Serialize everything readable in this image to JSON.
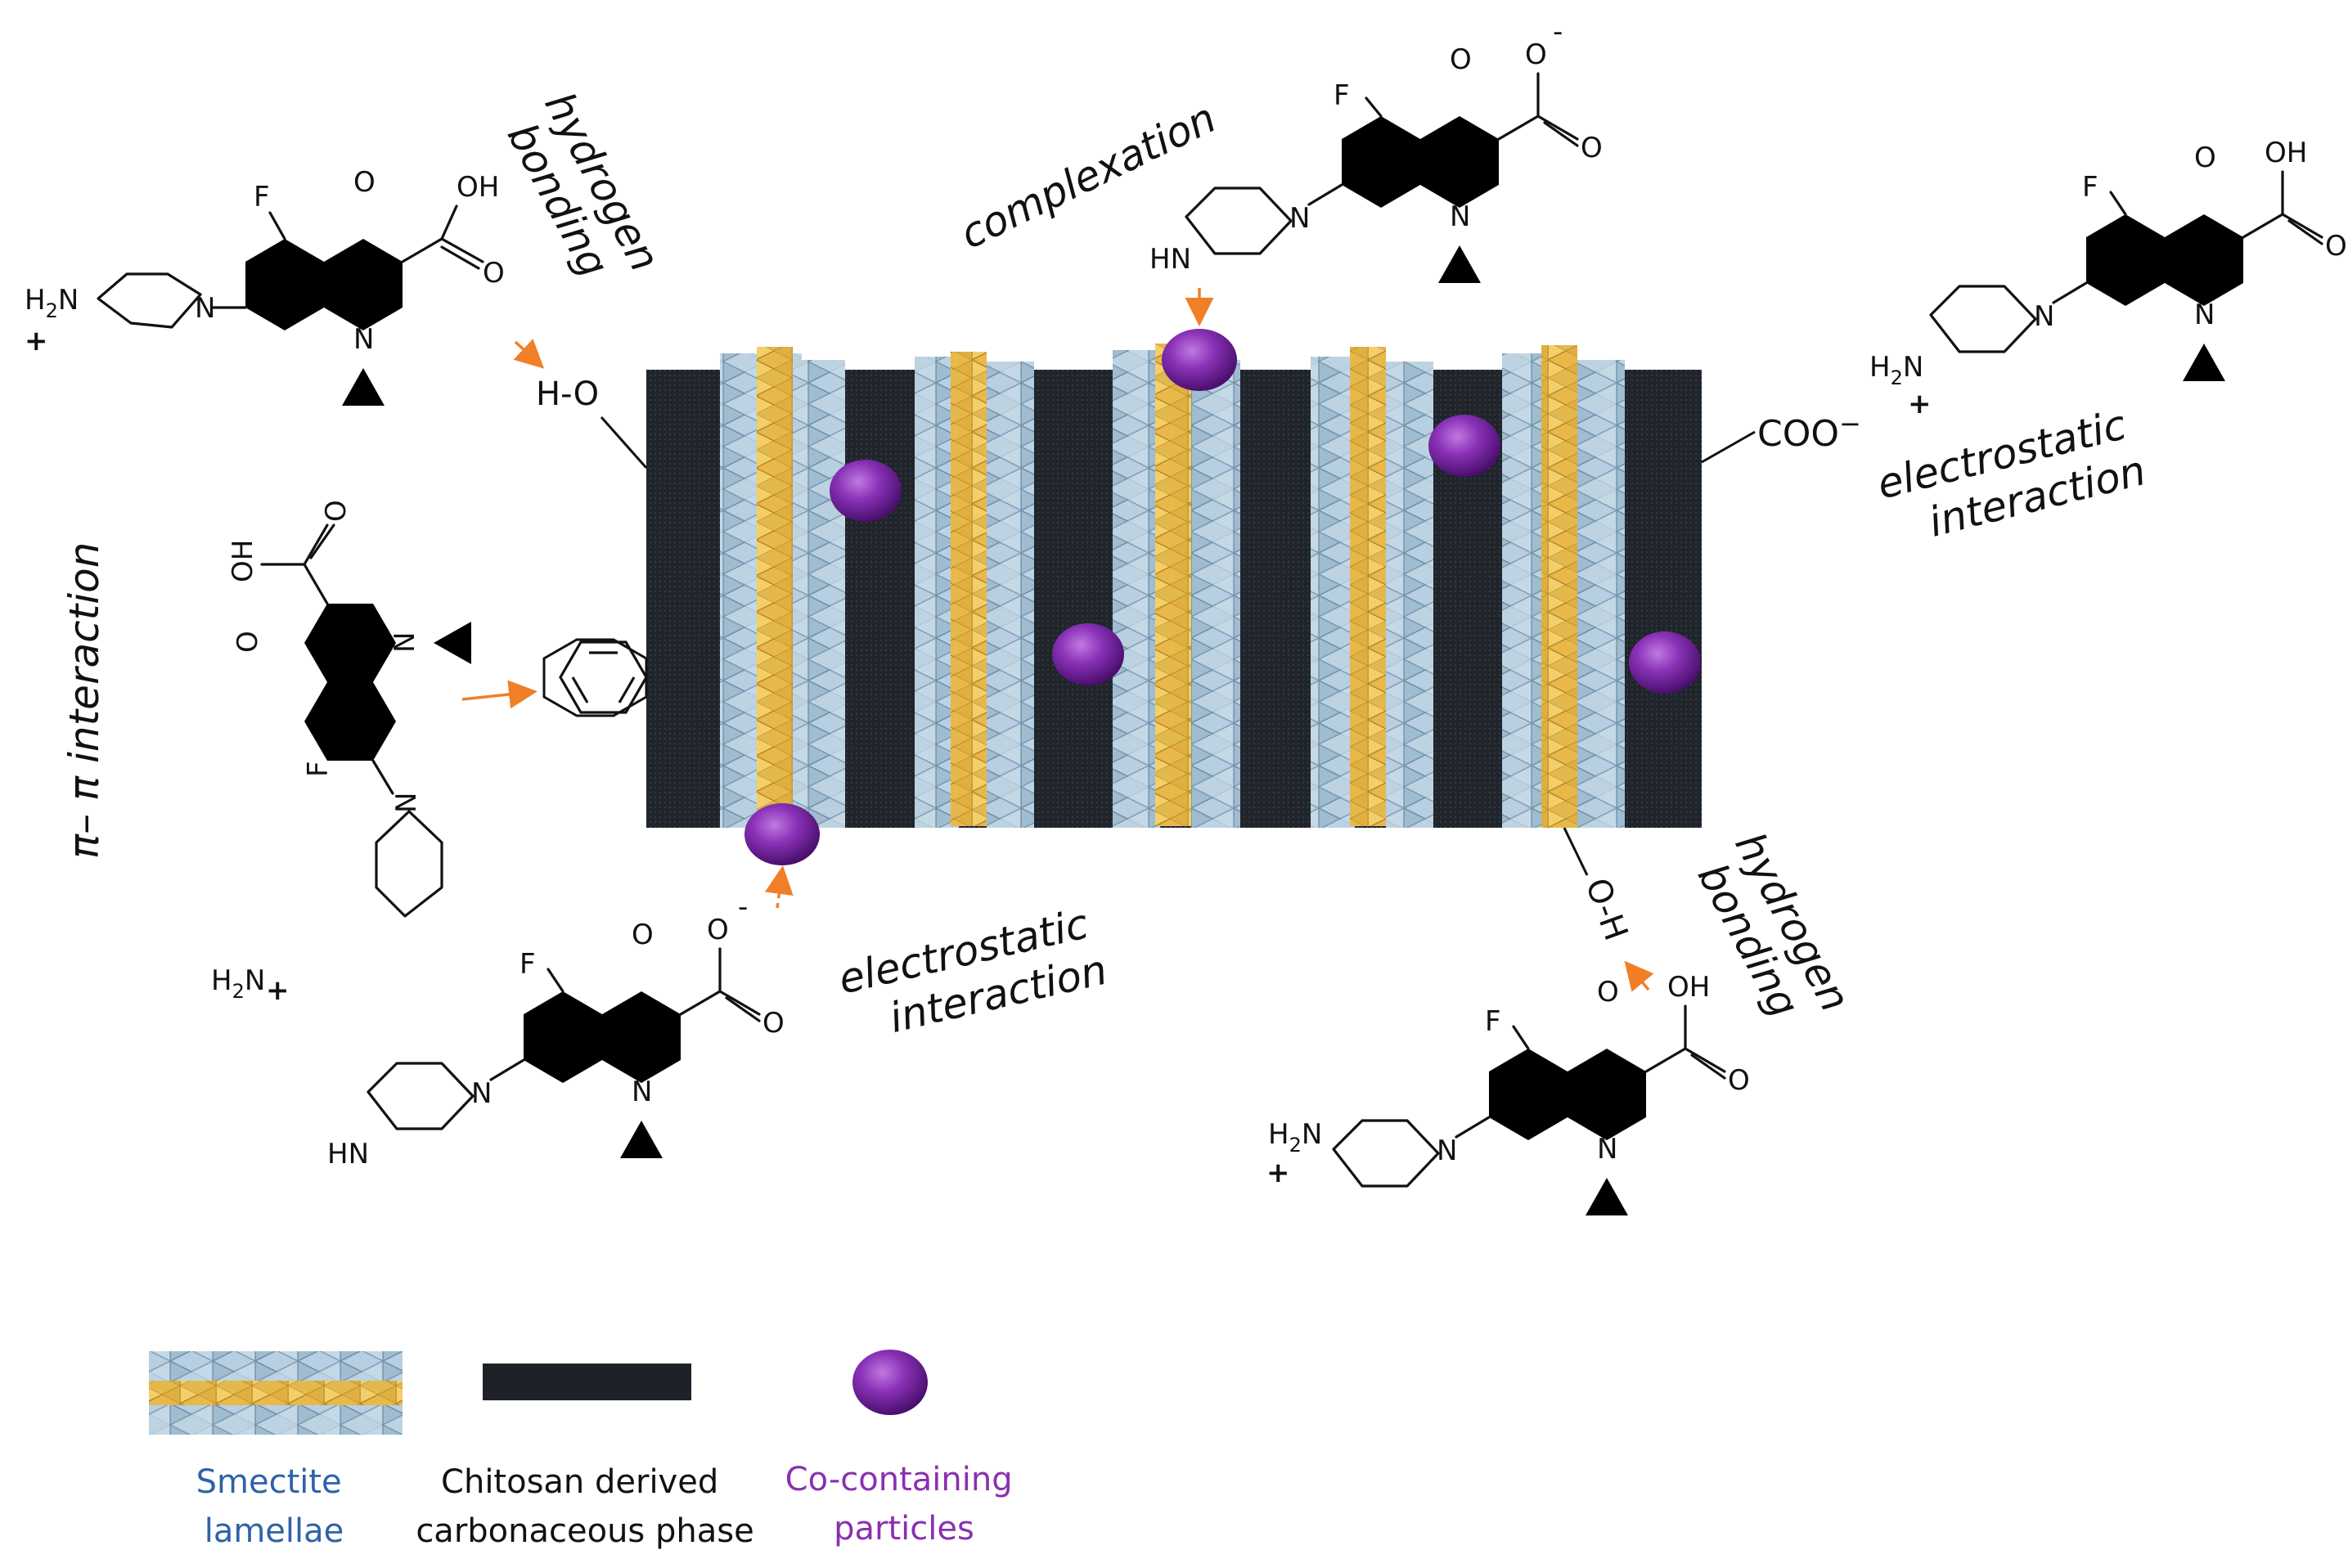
{
  "labels": {
    "hydrogen_bonding_top": [
      "hydrogen",
      "bonding"
    ],
    "complexation": "complexation",
    "electrostatic_right": [
      "electrostatic",
      "interaction"
    ],
    "pi_pi": "π– π interaction",
    "electrostatic_bottom": [
      "electrostatic",
      "interaction"
    ],
    "hydrogen_bonding_bottom": [
      "hydrogen",
      "bonding"
    ]
  },
  "groups": {
    "h_o_top": "H-O",
    "coo_right": "COO",
    "coo_minus": "−",
    "o_h_bottom": "O-H"
  },
  "molecule_text": {
    "F": "F",
    "O": "O",
    "N": "N",
    "OH": "OH",
    "HN": "HN",
    "H2N": "H",
    "sub2": "2",
    "plus": "+",
    "minus": "-"
  },
  "legend": {
    "smectite": [
      "Smectite",
      "lamellae"
    ],
    "chitosan": [
      "Chitosan derived",
      "carbonaceous phase"
    ],
    "co_particles": [
      "Co-containing",
      "particles"
    ]
  },
  "colors": {
    "smectite_text": "#2E62A8",
    "co_text": "#8B2FB0",
    "carbon_phase": "#1E2127",
    "octahedral_gold": "#E8B94A",
    "tetrahedral_blue": "#A9C6D9",
    "particle_purple": "#7A25A8",
    "arrow_orange": "#F07F28"
  }
}
